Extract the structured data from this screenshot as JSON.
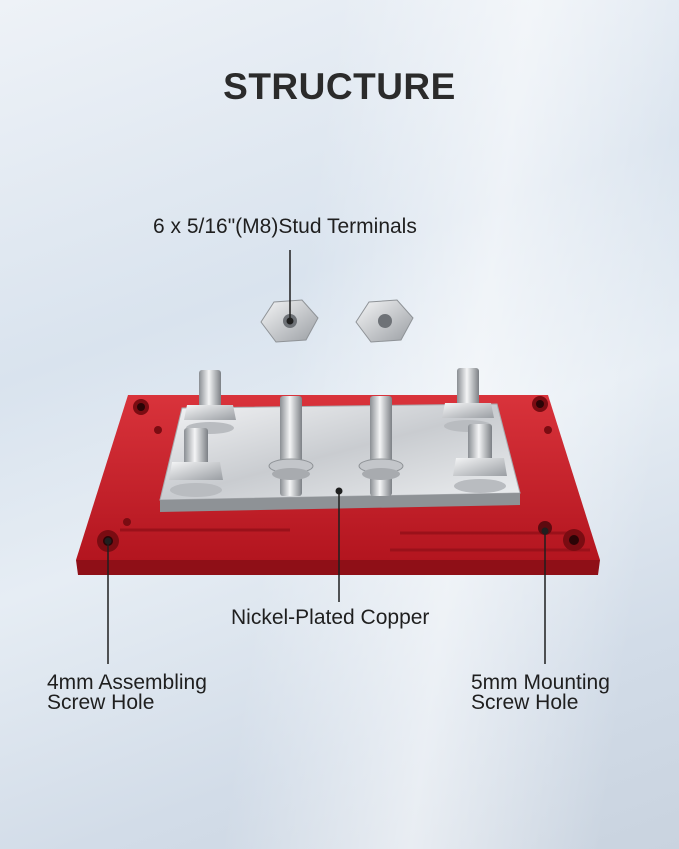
{
  "title": "STRUCTURE",
  "callouts": {
    "stud_terminals": "6 x 5/16\"(M8)Stud Terminals",
    "copper": "Nickel-Plated Copper",
    "assembling_hole_line1": "4mm Assembling",
    "assembling_hole_line2": "Screw Hole",
    "mounting_hole_line1": "5mm Mounting",
    "mounting_hole_line2": "Screw Hole"
  },
  "colors": {
    "base_red": "#c8202a",
    "copper_nickel": "#d6d8db",
    "title_text": "#2b2b2b"
  }
}
